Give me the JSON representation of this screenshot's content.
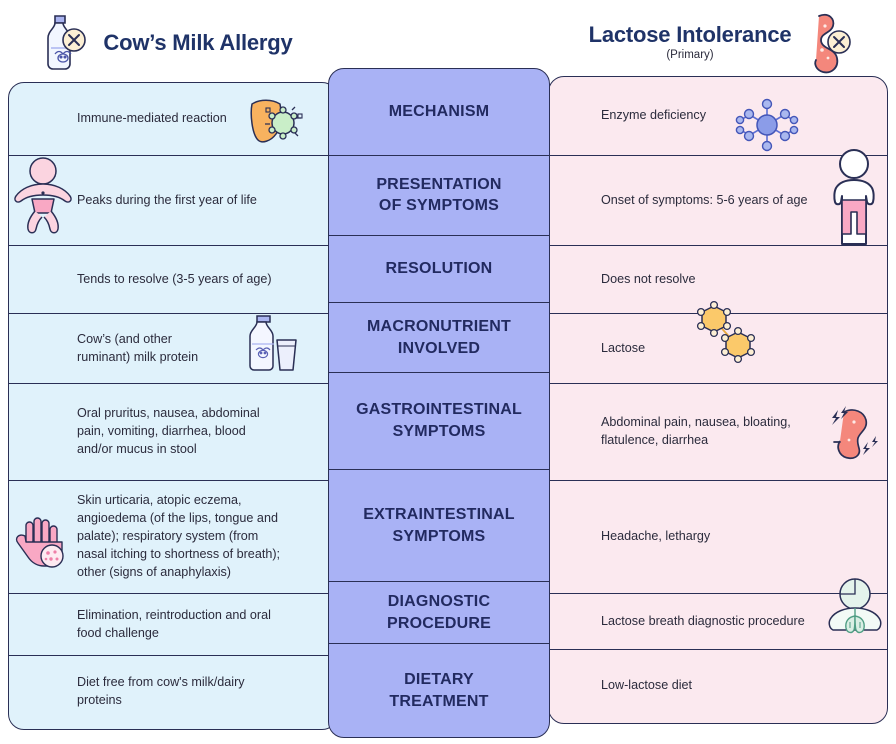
{
  "headers": {
    "left": {
      "title": "Cow’s Milk Allergy",
      "icon": "milk-bottle-crossed-icon"
    },
    "right": {
      "title": "Lactose Intolerance",
      "subtitle": "(Primary)",
      "icon": "stomach-crossed-icon"
    }
  },
  "colors": {
    "left_panel_bg": "#e0f2fb",
    "right_panel_bg": "#fbe9ef",
    "center_panel_bg": "#a9b2f5",
    "border": "#2a2f55",
    "title_text": "#1f3368",
    "center_label_text": "#222a60",
    "body_text": "#2b2b3c"
  },
  "rows": [
    {
      "category": "MECHANISM",
      "left": "Immune-mediated reaction",
      "right": "Enzyme deficiency",
      "left_icon": "shield-germ-icon",
      "right_icon": "enzyme-molecule-icon"
    },
    {
      "category": "PRESENTATION\nOF SYMPTOMS",
      "left": "Peaks during the first year of life",
      "right": "Onset of symptoms: 5-6 years of age",
      "left_icon": "baby-icon",
      "right_icon": "child-standing-icon"
    },
    {
      "category": "RESOLUTION",
      "left": "Tends to resolve (3-5 years of age)",
      "right": "Does not resolve",
      "left_icon": "",
      "right_icon": ""
    },
    {
      "category": "MACRONUTRIENT\nINVOLVED",
      "left": "Cow’s (and other\nruminant) milk protein",
      "right": "Lactose",
      "left_icon": "milk-bottle-glass-icon",
      "right_icon": "lactose-molecule-icon"
    },
    {
      "category": "GASTROINTESTINAL\nSYMPTOMS",
      "left": "Oral pruritus, nausea, abdominal\npain, vomiting, diarrhea, blood\nand/or mucus in stool",
      "right": "Abdominal pain, nausea, bloating,\nflatulence, diarrhea",
      "left_icon": "",
      "right_icon": "stomach-pain-icon"
    },
    {
      "category": "EXTRAINTESTINAL\nSYMPTOMS",
      "left": "Skin urticaria, atopic eczema,\nangioedema (of the lips, tongue and\npalate); respiratory system (from\nnasal itching to shortness of breath);\nother (signs of anaphylaxis)",
      "right": "Headache, lethargy",
      "left_icon": "hand-rash-icon",
      "right_icon": ""
    },
    {
      "category": "DIAGNOSTIC\nPROCEDURE",
      "left": "Elimination, reintroduction and oral\nfood challenge",
      "right": "Lactose breath diagnostic procedure",
      "left_icon": "",
      "right_icon": "breath-test-lungs-icon"
    },
    {
      "category": "DIETARY\nTREATMENT",
      "left": "Diet free from cow's milk/dairy\nproteins",
      "right": "Low-lactose diet",
      "left_icon": "",
      "right_icon": ""
    }
  ]
}
